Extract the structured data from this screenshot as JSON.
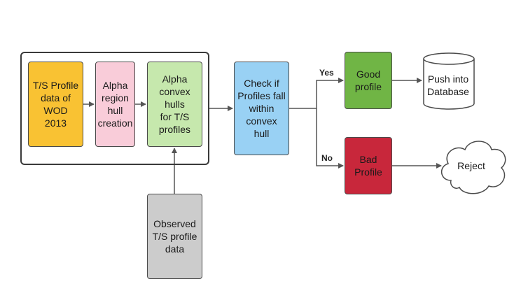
{
  "nodes": {
    "wod_data": "T/S Profile\ndata of WOD\n2013",
    "alpha_region": "Alpha\nregion\nhull\ncreation",
    "alpha_hulls": "Alpha\nconvex hulls\nfor T/S\nprofiles",
    "check": "Check if\nProfiles fall\nwithin\nconvex hull",
    "good": "Good\nprofile",
    "bad": "Bad\nProfile",
    "database": "Push into\nDatabase",
    "reject": "Reject",
    "observed": "Observed\nT/S profile\ndata"
  },
  "edge_labels": {
    "yes": "Yes",
    "no": "No"
  },
  "colors": {
    "wod": "#f9c233",
    "alpha_region": "#f9ccd9",
    "alpha_hulls": "#c6e8ad",
    "check": "#99d1f4",
    "good": "#70b545",
    "bad": "#c8273b",
    "observed": "#cccccc",
    "arrow": "#555555"
  }
}
